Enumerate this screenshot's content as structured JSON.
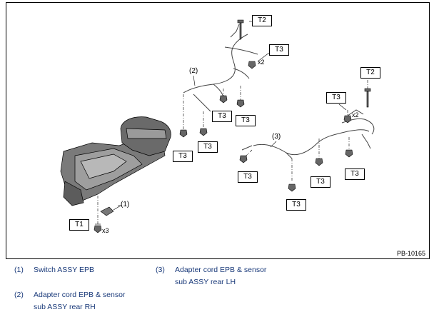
{
  "figure": {
    "figure_id": "PB-10165",
    "torque_labels": {
      "t1": "T1",
      "t2_top": "T2",
      "t2_right": "T2",
      "t3_a": "T3",
      "t3_b": "T3",
      "t3_c": "T3",
      "t3_d": "T3",
      "t3_e": "T3",
      "t3_f": "T3",
      "t3_g": "T3",
      "t3_h": "T3",
      "t3_i": "T3",
      "t3_j": "T3"
    },
    "part_callouts": {
      "p1": "(1)",
      "p2": "(2)",
      "p3": "(3)"
    },
    "quantities": {
      "q_t1": "x3",
      "q_top": "x2",
      "q_right": "x2"
    }
  },
  "legend": [
    {
      "num": "(1)",
      "lines": [
        "Switch ASSY EPB"
      ]
    },
    {
      "num": "(2)",
      "lines": [
        "Adapter cord EPB & sensor",
        "sub ASSY rear RH"
      ]
    },
    {
      "num": "(3)",
      "lines": [
        "Adapter cord EPB & sensor",
        "sub ASSY rear LH"
      ]
    }
  ]
}
